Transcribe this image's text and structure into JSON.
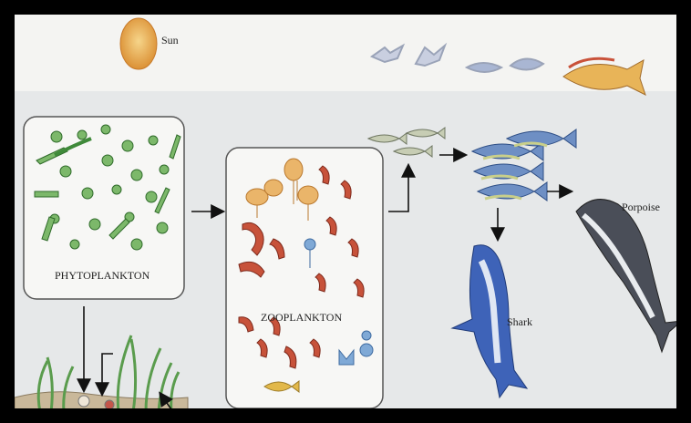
{
  "labels": {
    "sun": "Sun",
    "phytoplankton": "PHYTOPLANKTON",
    "zooplankton": "ZOOPLANKTON",
    "porpoise": "Porpoise",
    "shark": "Shark"
  },
  "colors": {
    "frame": "#000000",
    "sky": "#f3f3f1",
    "sea": "#e6e8e9",
    "box_border": "#555555",
    "phyto_green": "#4e9a4a",
    "zoo_red": "#b3402c",
    "jelly": "#e3a24a",
    "fish_blue": "#4c6fa5",
    "shark": "#3d5fb0",
    "porpoise": "#3a3d45",
    "sun": "#e8a64a"
  }
}
